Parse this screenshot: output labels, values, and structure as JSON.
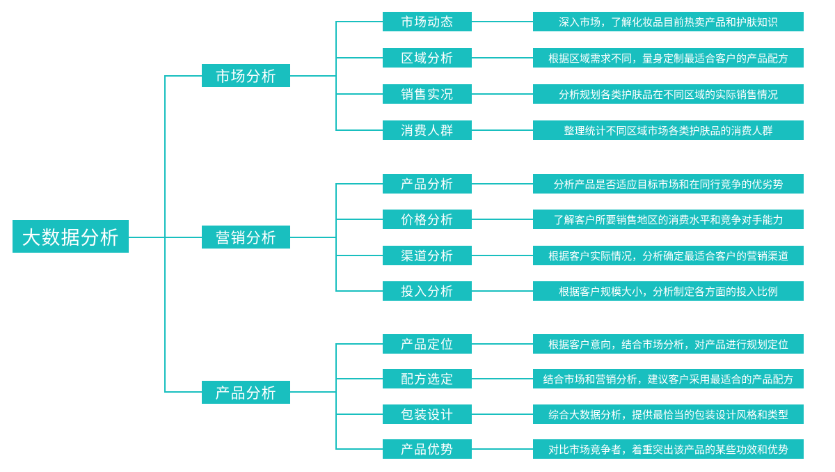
{
  "theme": {
    "accent_color": "#19bfbf",
    "text_color": "#ffffff",
    "background_color": "#ffffff"
  },
  "root": {
    "label": "大数据分析"
  },
  "branches": [
    {
      "label": "市场分析",
      "children": [
        {
          "label": "市场动态",
          "desc": "深入市场，了解化妆品目前热卖产品和护肤知识"
        },
        {
          "label": "区域分析",
          "desc": "根据区域需求不同，量身定制最适合客户的产品配方"
        },
        {
          "label": "销售实况",
          "desc": "分析规划各类护肤品在不同区域的实际销售情况"
        },
        {
          "label": "消费人群",
          "desc": "整理统计不同区域市场各类护肤品的消费人群"
        }
      ]
    },
    {
      "label": "营销分析",
      "children": [
        {
          "label": "产品分析",
          "desc": "分析产品是否适应目标市场和在同行竞争的优劣势"
        },
        {
          "label": "价格分析",
          "desc": "了解客户所要销售地区的消费水平和竞争对手能力"
        },
        {
          "label": "渠道分析",
          "desc": "根据客户实际情况，分析确定最适合客户的营销渠道"
        },
        {
          "label": "投入分析",
          "desc": "根据客户规模大小，分析制定各方面的投入比例"
        }
      ]
    },
    {
      "label": "产品分析",
      "children": [
        {
          "label": "产品定位",
          "desc": "根据客户意向，结合市场分析，对产品进行规划定位"
        },
        {
          "label": "配方选定",
          "desc": "结合市场和营销分析，建议客户采用最适合的产品配方"
        },
        {
          "label": "包装设计",
          "desc": "综合大数据分析，提供最恰当的包装设计风格和类型"
        },
        {
          "label": "产品优势",
          "desc": "对比市场竞争者，着重突出该产品的某些功效和优势"
        }
      ]
    }
  ]
}
